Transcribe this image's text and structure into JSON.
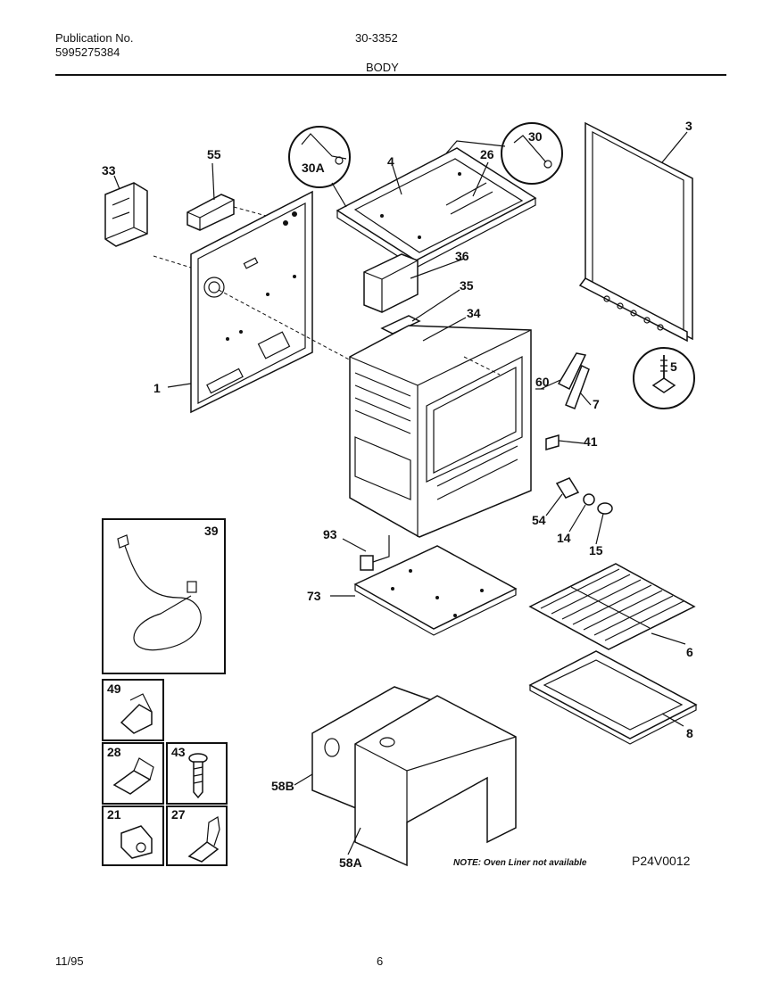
{
  "header": {
    "pub_label": "Publication No.",
    "pub_number": "5995275384",
    "model": "30-3352",
    "section": "BODY"
  },
  "footer": {
    "date": "11/95",
    "page": "6"
  },
  "diagram": {
    "labels": {
      "p1": "1",
      "p3": "3",
      "p4": "4",
      "p5": "5",
      "p6": "6",
      "p7": "7",
      "p8": "8",
      "p14": "14",
      "p15": "15",
      "p21": "21",
      "p26": "26",
      "p27": "27",
      "p28": "28",
      "p30": "30",
      "p30a": "30A",
      "p33": "33",
      "p34": "34",
      "p35": "35",
      "p36": "36",
      "p39": "39",
      "p41": "41",
      "p43": "43",
      "p49": "49",
      "p54": "54",
      "p55": "55",
      "p58a": "58A",
      "p58b": "58B",
      "p60": "60",
      "p73": "73",
      "p93": "93"
    },
    "note": "NOTE: Oven Liner not available",
    "drawing_code": "P24V0012"
  }
}
